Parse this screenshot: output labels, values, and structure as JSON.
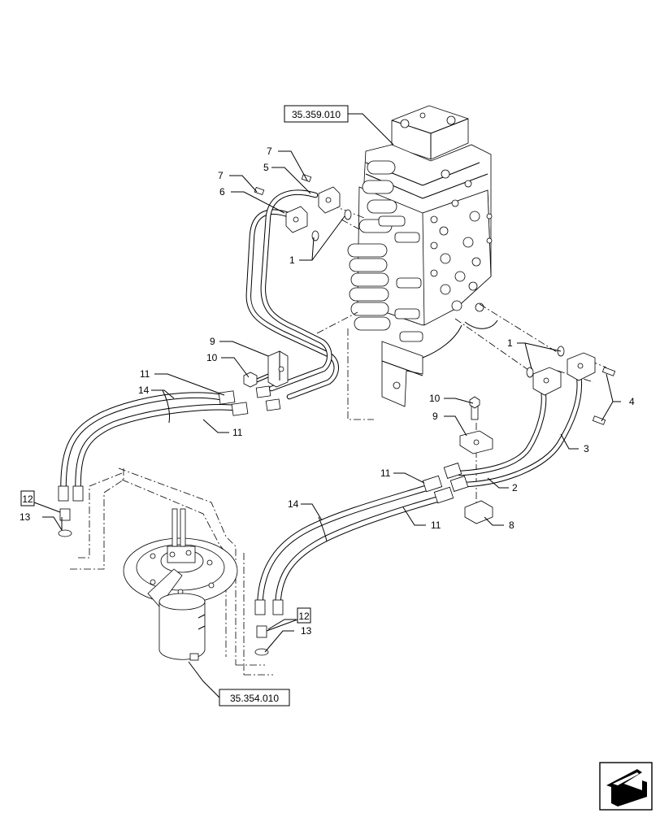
{
  "references": {
    "valve": "35.359.010",
    "swivel": "35.354.010"
  },
  "callouts": {
    "c1a": "1",
    "c1b": "1",
    "c2": "2",
    "c3": "3",
    "c4": "4",
    "c5": "5",
    "c6": "6",
    "c7a": "7",
    "c7b": "7",
    "c8": "8",
    "c9a": "9",
    "c9b": "9",
    "c10a": "10",
    "c10b": "10",
    "c11a": "11",
    "c11b": "11",
    "c11c": "11",
    "c11d": "11",
    "c12a": "12",
    "c12b": "12",
    "c13a": "13",
    "c13b": "13",
    "c14a": "14",
    "c14b": "14"
  },
  "navigation": {
    "icon": "arrow-icon"
  }
}
